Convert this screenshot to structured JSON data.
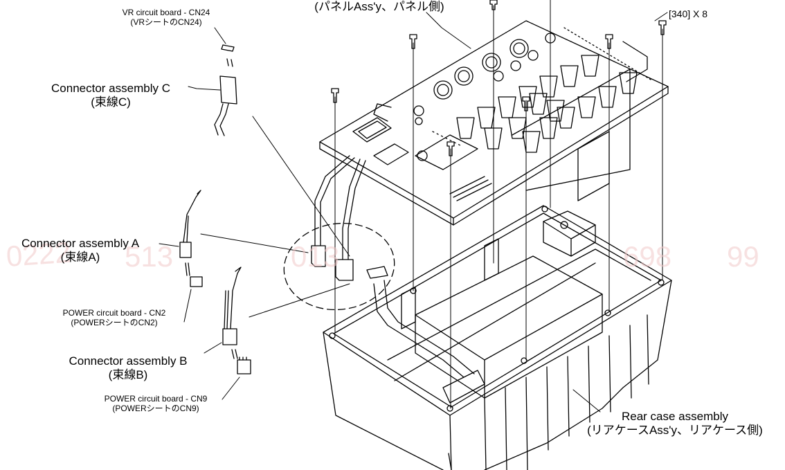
{
  "labels": {
    "vr_cn24": {
      "line1": "VR circuit board - CN24",
      "line2": "(VRシートのCN24)"
    },
    "panel_assy": {
      "line1": "(パネルAss'y、パネル側)"
    },
    "screw_count": {
      "line1": "[340] X 8"
    },
    "conn_c": {
      "line1": "Connector assembly C",
      "line2": "(束線C)"
    },
    "conn_a": {
      "line1": "Connector assembly A",
      "line2": "(束線A)"
    },
    "power_cn2": {
      "line1": "POWER circuit board - CN2",
      "line2": "(POWERシートのCN2)"
    },
    "conn_b": {
      "line1": "Connector assembly B",
      "line2": "(束線B)"
    },
    "power_cn9": {
      "line1": "POWER circuit board - CN9",
      "line2": "(POWERシートのCN9)"
    },
    "rear_case": {
      "line1": "Rear case assembly",
      "line2": "(リアケースAss'y、リアケース側)"
    }
  },
  "colors": {
    "ink": "#000000",
    "watermark": "#f2c9c9"
  }
}
